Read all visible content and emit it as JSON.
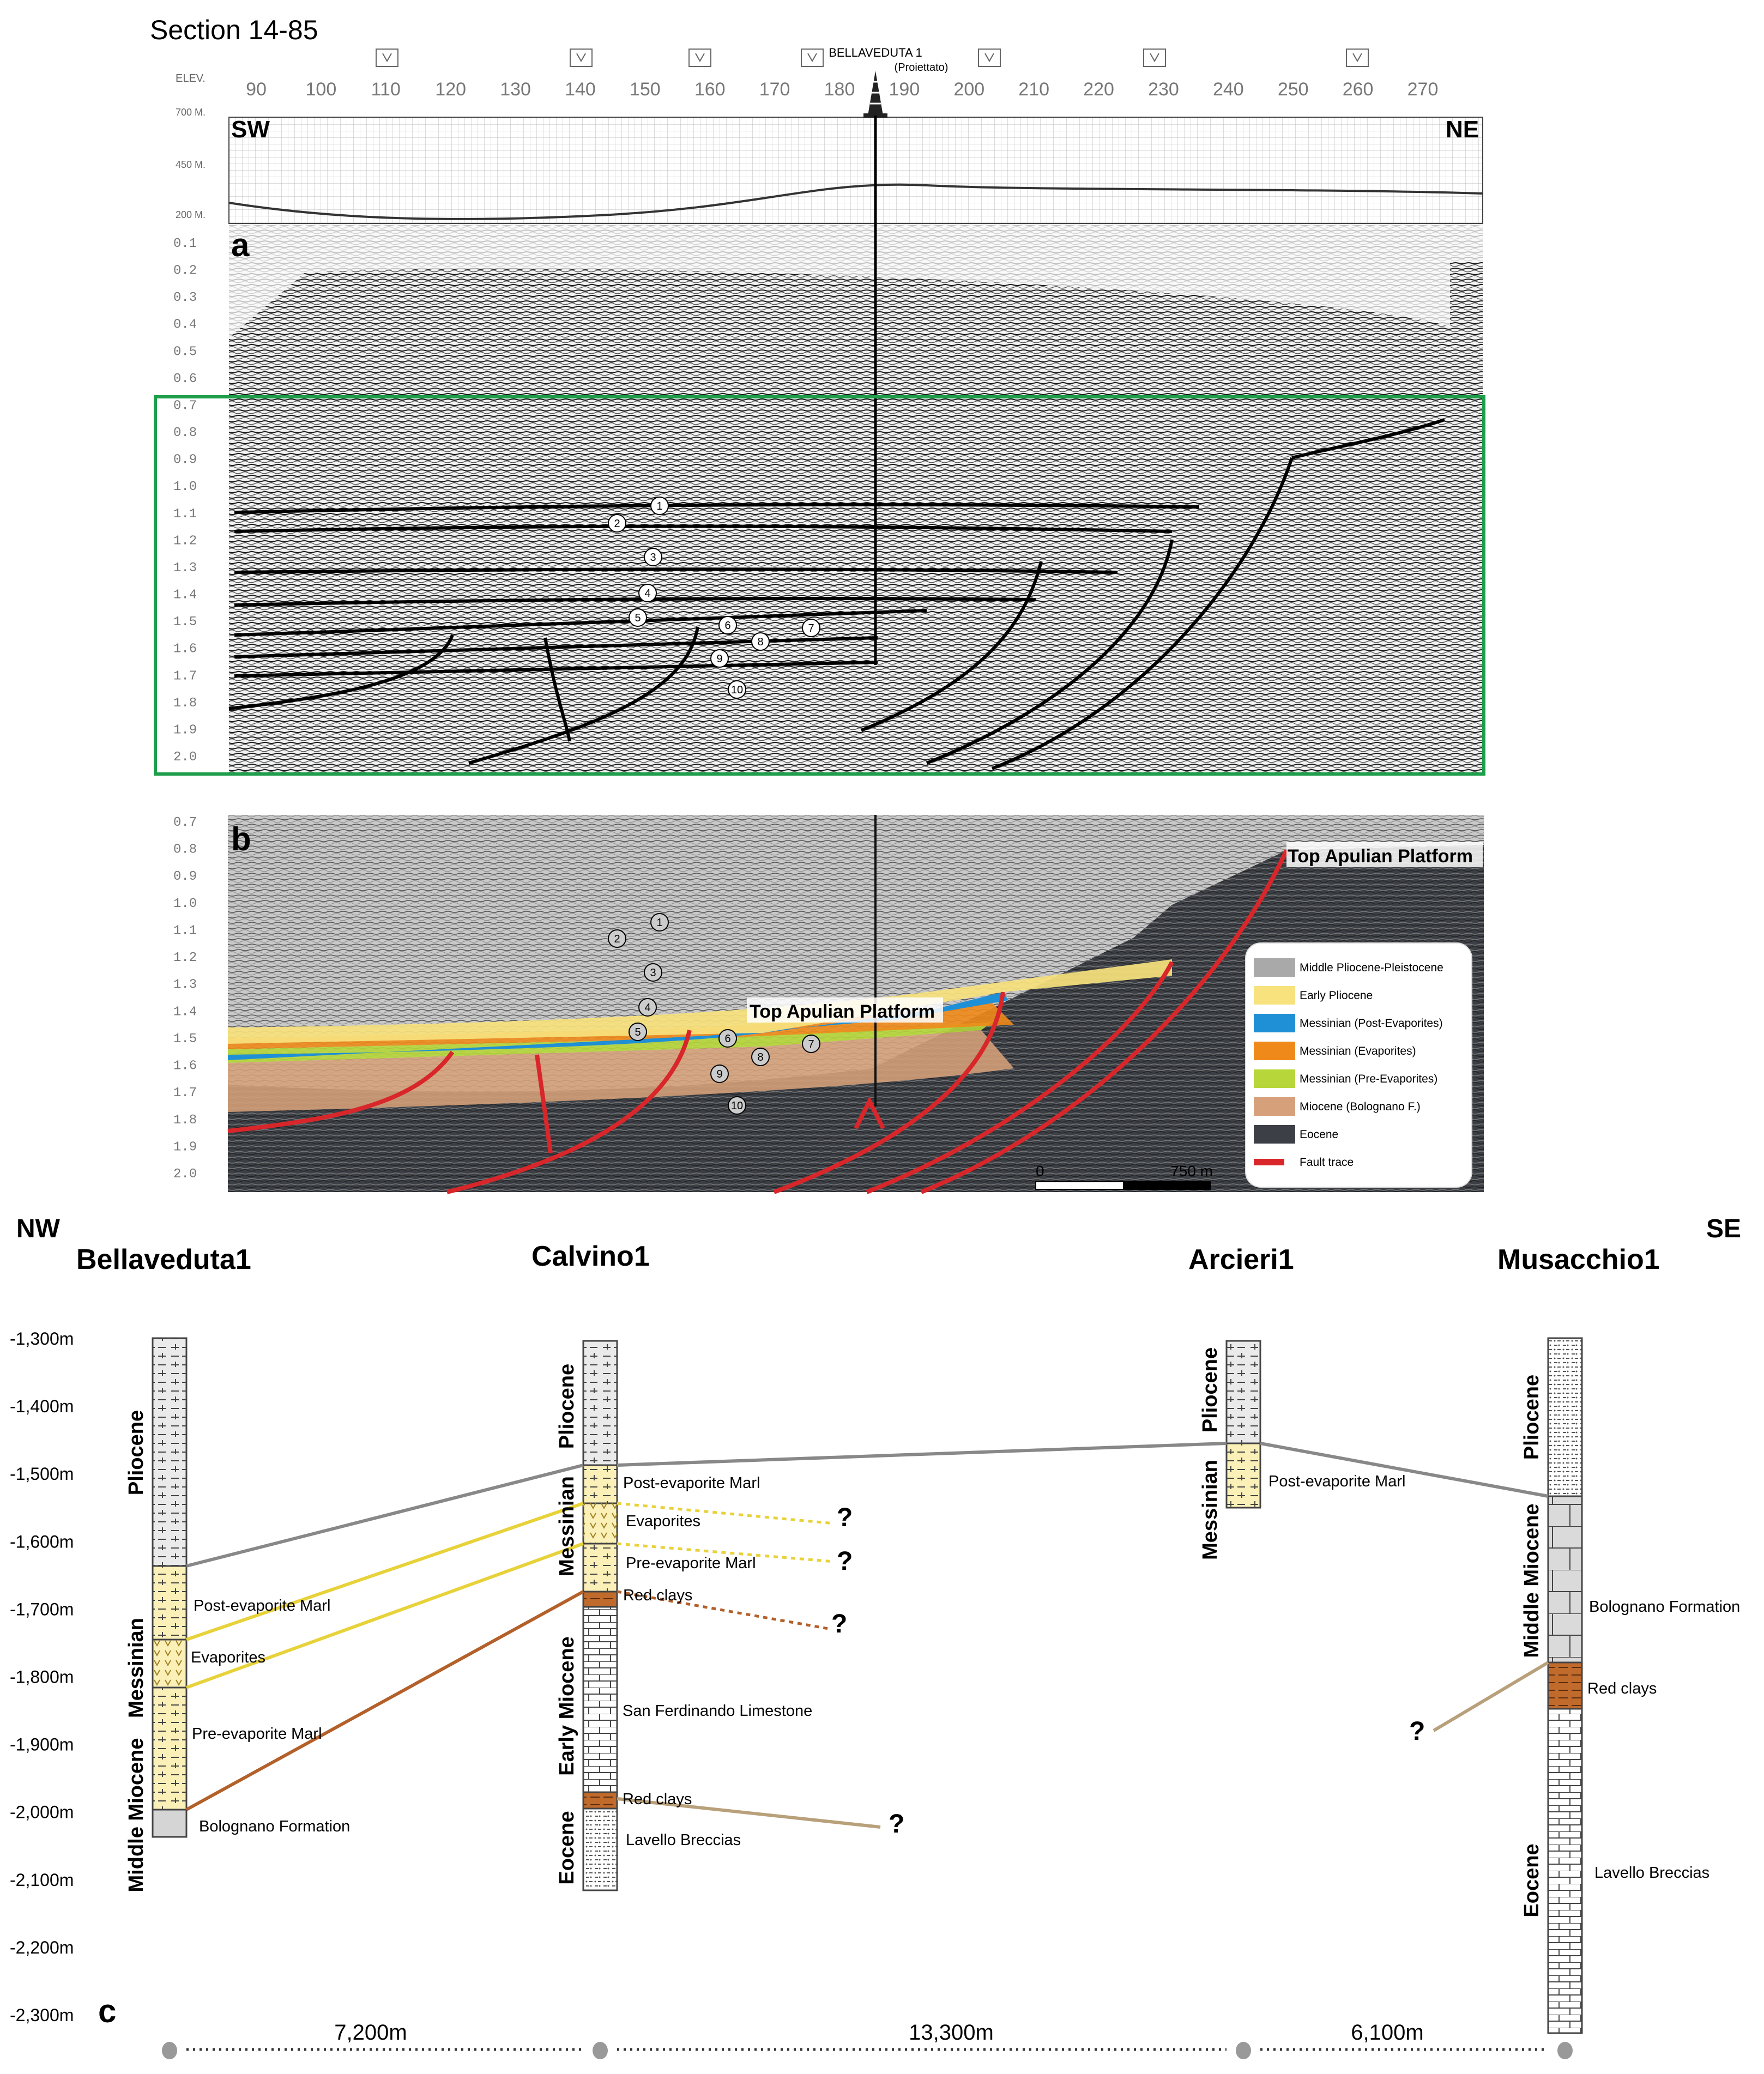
{
  "section_title": "Section 14-85",
  "panel_a": {
    "letter": "a",
    "left_dir": "SW",
    "right_dir": "NE",
    "elev_label": "ELEV.",
    "elev_ticks": [
      "700 M.",
      "450 M.",
      "200 M."
    ],
    "well_name": "BELLAVEDUTA 1",
    "well_note": "(Proiettato)",
    "shotpoints": [
      "90",
      "100",
      "110",
      "120",
      "130",
      "140",
      "150",
      "160",
      "170",
      "180",
      "190",
      "200",
      "210",
      "220",
      "230",
      "240",
      "250",
      "260",
      "270"
    ],
    "twt_ticks": [
      "0.1",
      "0.2",
      "0.3",
      "0.4",
      "0.5",
      "0.6",
      "0.7",
      "0.8",
      "0.9",
      "1.0",
      "1.1",
      "1.2",
      "1.3",
      "1.4",
      "1.5",
      "1.6",
      "1.7",
      "1.8",
      "1.9",
      "2.0"
    ],
    "horizon_markers": [
      "1",
      "2",
      "3",
      "4",
      "5",
      "6",
      "7",
      "8",
      "9",
      "10"
    ]
  },
  "panel_b": {
    "letter": "b",
    "twt_ticks": [
      "0.7",
      "0.8",
      "0.9",
      "1.0",
      "1.1",
      "1.2",
      "1.3",
      "1.4",
      "1.5",
      "1.6",
      "1.7",
      "1.8",
      "1.9",
      "2.0"
    ],
    "label_top_platform_1": "Top Apulian Platform",
    "label_top_platform_2": "Top Apulian Platform",
    "scale_start": "0",
    "scale_end": "750 m",
    "legend": [
      {
        "label": "Middle Pliocene-Pleistocene",
        "color": "#a9a9a9"
      },
      {
        "label": "Early Pliocene",
        "color": "#f7e27d"
      },
      {
        "label": "Messinian (Post-Evaporites)",
        "color": "#1f8fd6"
      },
      {
        "label": "Messinian (Evaporites)",
        "color": "#ef8a1a"
      },
      {
        "label": "Messinian (Pre-Evaporites)",
        "color": "#b6d63a"
      },
      {
        "label": "Miocene (Bolognano F.)",
        "color": "#d6a07a"
      },
      {
        "label": "Eocene",
        "color": "#3c4046"
      },
      {
        "label": "Fault trace",
        "color": "#d8262a"
      }
    ]
  },
  "panel_c": {
    "letter": "c",
    "dir_left": "NW",
    "dir_right": "SE",
    "depth_ticks": [
      "-1,300m",
      "-1,400m",
      "-1,500m",
      "-1,600m",
      "-1,700m",
      "-1,800m",
      "-1,900m",
      "-2,000m",
      "-2,100m",
      "-2,200m",
      "-2,300m"
    ],
    "wells": [
      {
        "name": "Bellaveduta1",
        "ages": [
          "Pliocene",
          "Messinian",
          "Middle Miocene"
        ],
        "units": [
          "Post-evaporite Marl",
          "Evaporites",
          "Pre-evaporite Marl",
          "Bolognano Formation"
        ]
      },
      {
        "name": "Calvino1",
        "ages": [
          "Pliocene",
          "Messinian",
          "Early Miocene",
          "Eocene"
        ],
        "units": [
          "Post-evaporite Marl",
          "Evaporites",
          "Pre-evaporite Marl",
          "Red clays",
          "San Ferdinando Limestone",
          "Red clays",
          "Lavello Breccias"
        ]
      },
      {
        "name": "Arcieri1",
        "ages": [
          "Pliocene",
          "Messinian"
        ],
        "units": [
          "Post-evaporite Marl"
        ]
      },
      {
        "name": "Musacchio1",
        "ages": [
          "Pliocene",
          "Middle Miocene",
          "Eocene"
        ],
        "units": [
          "Bolognano Formation",
          "Red clays",
          "Lavello Breccias"
        ]
      }
    ],
    "question_mark": "?",
    "distances": [
      "7,200m",
      "13,300m",
      "6,100m"
    ]
  }
}
